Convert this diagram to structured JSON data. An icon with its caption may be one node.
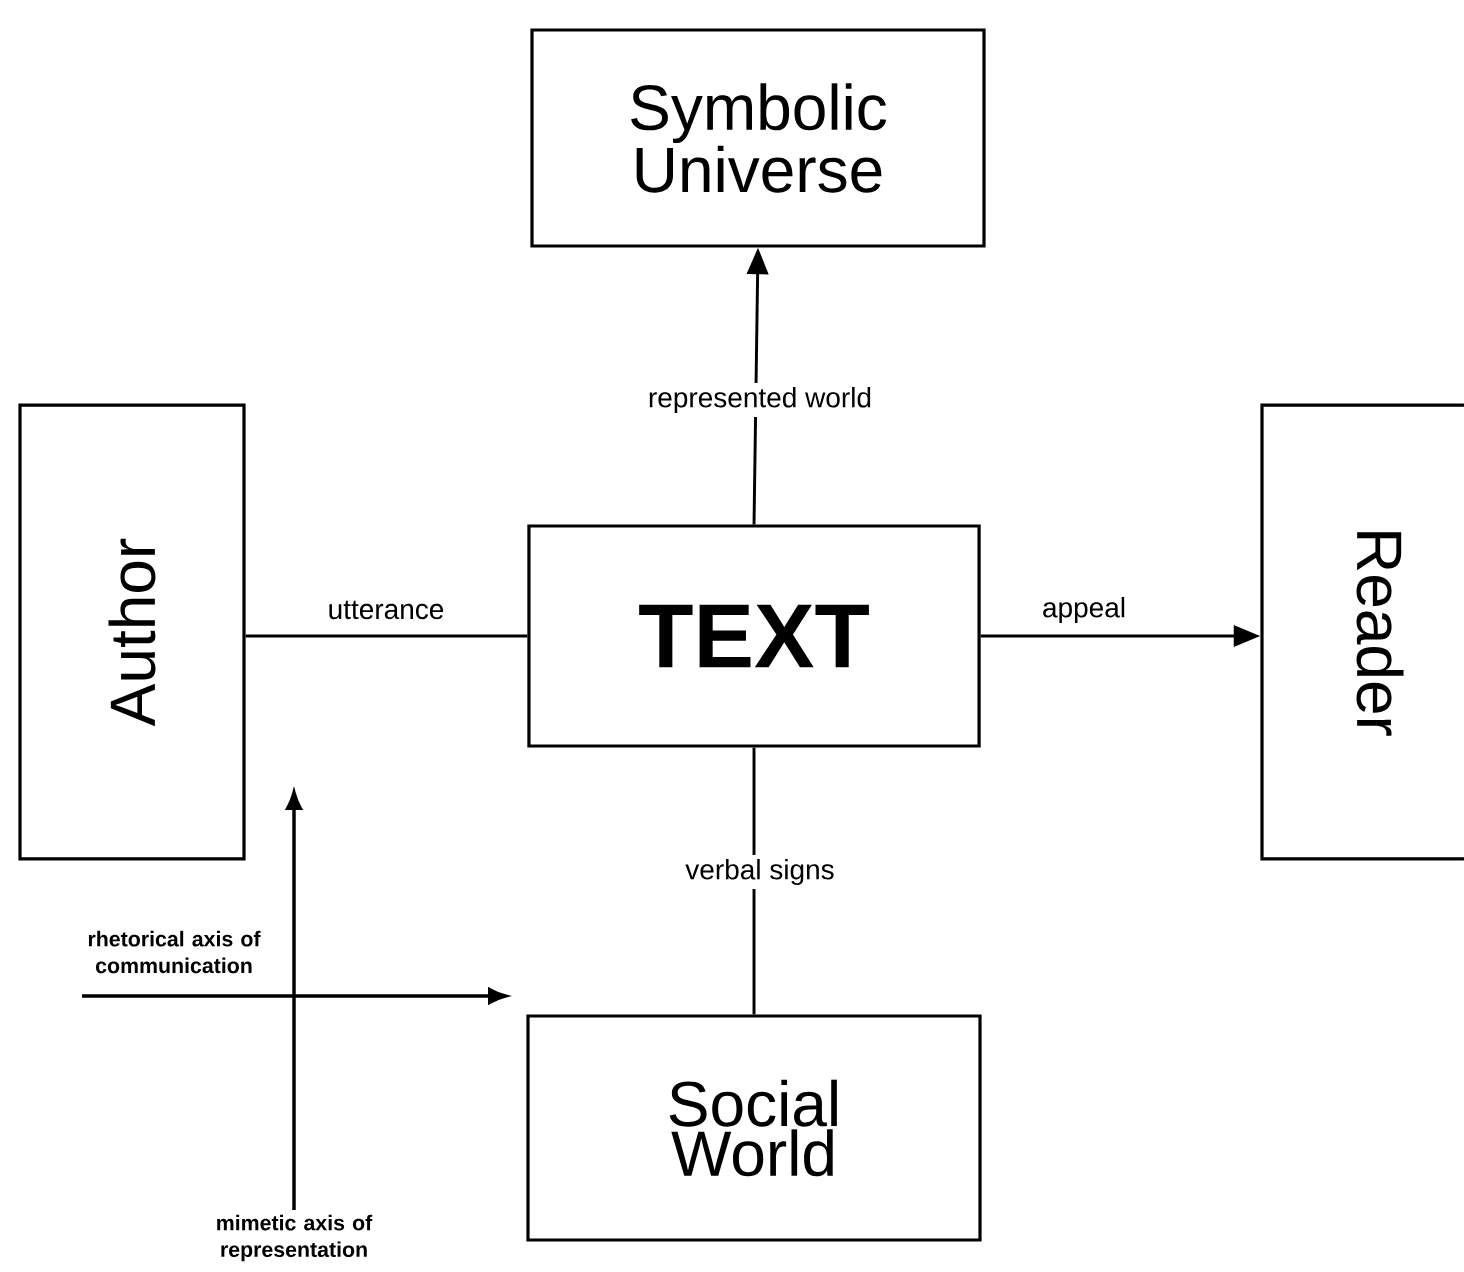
{
  "diagram": {
    "nodes": [
      {
        "text": [
          "Symbolic Universe"
        ]
      },
      {
        "text": [
          "Author"
        ]
      },
      {
        "text": [
          "TEXT"
        ]
      },
      {
        "text": [
          "Reader"
        ]
      },
      {
        "text": [
          "Social World"
        ]
      }
    ],
    "edges": [
      {
        "from": 2,
        "to": 0,
        "arrow": "to",
        "label": "represented world"
      },
      {
        "from": 1,
        "to": 2,
        "arrow": "none",
        "label": "utterance"
      },
      {
        "from": 2,
        "to": 3,
        "arrow": "to",
        "label": "appeal"
      },
      {
        "from": 2,
        "to": 4,
        "arrow": "none",
        "label": "verbal signs"
      }
    ],
    "labels": [
      "rhetorical axis of communication",
      "mimetic axis of representation"
    ]
  }
}
